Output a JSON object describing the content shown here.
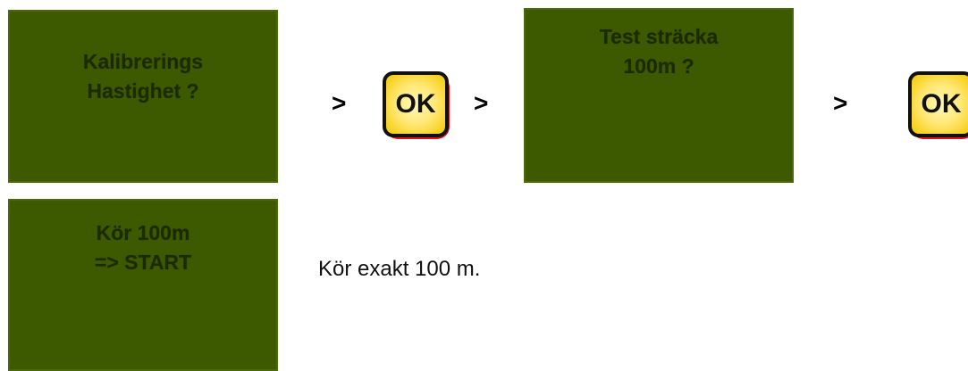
{
  "steps": {
    "step1": {
      "line1": "Kalibrerings",
      "line2": "Hastighet ?"
    },
    "step2": {
      "line1": "Test sträcka",
      "line2": "100m ?"
    },
    "step3": {
      "line1": "Kör 100m",
      "line2": "=> START"
    }
  },
  "arrows": {
    "a1": ">",
    "a2": ">",
    "a3": ">"
  },
  "ok_buttons": {
    "ok1": "OK",
    "ok2": "OK"
  },
  "caption": "Kör exakt 100 m.",
  "colors": {
    "lcd_background": "#3d5a00",
    "lcd_text": "#1c2a00",
    "ok_face": "#ffe97a",
    "ok_shadow": "#e8101a"
  },
  "icons": {
    "ok_button": "ok-key-icon"
  }
}
